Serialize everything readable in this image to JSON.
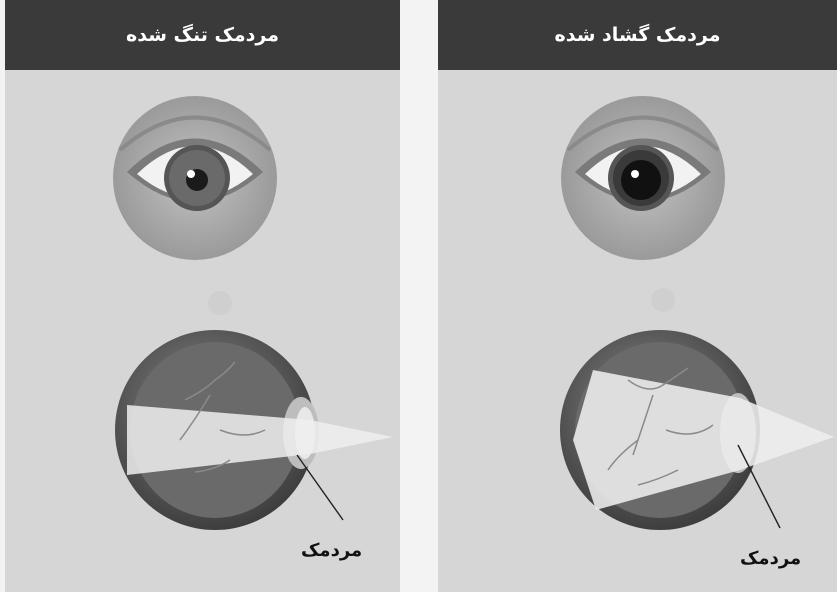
{
  "panels": [
    {
      "title": "مردمک تنگ شده",
      "pupil_label": "مردمک"
    },
    {
      "title": "مردمک گشاد شده",
      "pupil_label": "مردمک"
    }
  ]
}
